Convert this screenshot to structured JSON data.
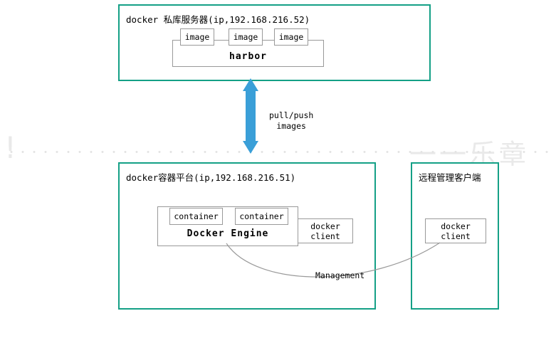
{
  "diagram": {
    "watermark_left": "!",
    "watermark_right": "一一乐章",
    "registry_box": {
      "title": "docker  私库服务器(ip,192.168.216.52)",
      "engine_label": "harbor",
      "images": [
        {
          "label": "image"
        },
        {
          "label": "image"
        },
        {
          "label": "image"
        }
      ]
    },
    "platform_box": {
      "title": "docker容器平台(ip,192.168.216.51)",
      "engine_label": "Docker Engine",
      "containers": [
        {
          "label": "container"
        },
        {
          "label": "container"
        }
      ],
      "client": {
        "line1": "docker",
        "line2": "client"
      }
    },
    "remote_box": {
      "title": "远程管理客户端",
      "client": {
        "line1": "docker",
        "line2": "client"
      }
    },
    "arrow": {
      "label_line1": "pull/push",
      "label_line2": "images",
      "color": "#3a9fd8"
    },
    "management_label": "Management",
    "colors": {
      "teal_border": "#14a086",
      "gray_border": "#999999",
      "arrow_blue": "#3a9fd8",
      "curve": "#9a9a9a"
    }
  }
}
